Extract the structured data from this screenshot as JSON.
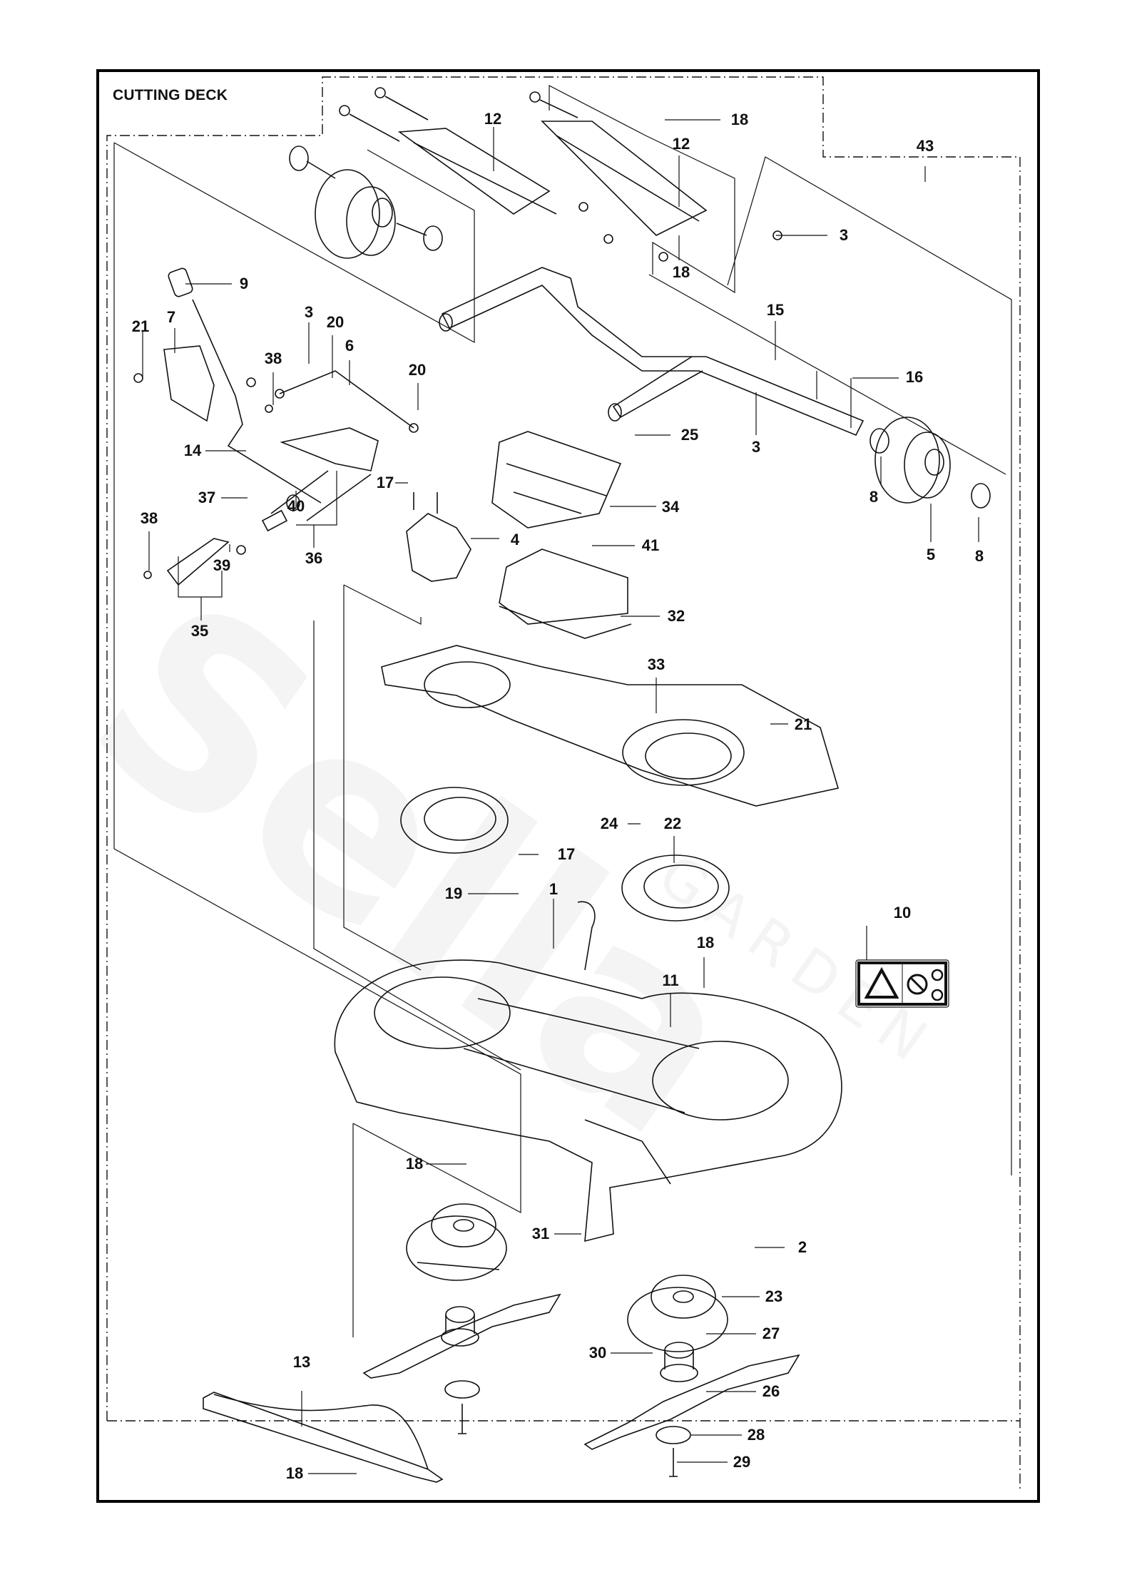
{
  "document": {
    "title": "CUTTING DECK",
    "watermark_brand": "Sella",
    "watermark_sub": "GARDEN"
  },
  "callouts": [
    {
      "id": "c1",
      "label": "1"
    },
    {
      "id": "c2",
      "label": "2"
    },
    {
      "id": "c3a",
      "label": "3"
    },
    {
      "id": "c3b",
      "label": "3"
    },
    {
      "id": "c3c",
      "label": "3"
    },
    {
      "id": "c4",
      "label": "4"
    },
    {
      "id": "c5",
      "label": "5"
    },
    {
      "id": "c6",
      "label": "6"
    },
    {
      "id": "c7",
      "label": "7"
    },
    {
      "id": "c8a",
      "label": "8"
    },
    {
      "id": "c8b",
      "label": "8"
    },
    {
      "id": "c9",
      "label": "9"
    },
    {
      "id": "c10",
      "label": "10"
    },
    {
      "id": "c11",
      "label": "11"
    },
    {
      "id": "c12a",
      "label": "12"
    },
    {
      "id": "c12b",
      "label": "12"
    },
    {
      "id": "c13",
      "label": "13"
    },
    {
      "id": "c14",
      "label": "14"
    },
    {
      "id": "c15",
      "label": "15"
    },
    {
      "id": "c16",
      "label": "16"
    },
    {
      "id": "c17a",
      "label": "17"
    },
    {
      "id": "c17b",
      "label": "17"
    },
    {
      "id": "c18a",
      "label": "18"
    },
    {
      "id": "c18b",
      "label": "18"
    },
    {
      "id": "c18c",
      "label": "18"
    },
    {
      "id": "c18d",
      "label": "18"
    },
    {
      "id": "c18e",
      "label": "18"
    },
    {
      "id": "c19",
      "label": "19"
    },
    {
      "id": "c20a",
      "label": "20"
    },
    {
      "id": "c20b",
      "label": "20"
    },
    {
      "id": "c21a",
      "label": "21"
    },
    {
      "id": "c21b",
      "label": "21"
    },
    {
      "id": "c22",
      "label": "22"
    },
    {
      "id": "c23",
      "label": "23"
    },
    {
      "id": "c24",
      "label": "24"
    },
    {
      "id": "c25",
      "label": "25"
    },
    {
      "id": "c26",
      "label": "26"
    },
    {
      "id": "c27",
      "label": "27"
    },
    {
      "id": "c28",
      "label": "28"
    },
    {
      "id": "c29",
      "label": "29"
    },
    {
      "id": "c30",
      "label": "30"
    },
    {
      "id": "c31",
      "label": "31"
    },
    {
      "id": "c32",
      "label": "32"
    },
    {
      "id": "c33",
      "label": "33"
    },
    {
      "id": "c34",
      "label": "34"
    },
    {
      "id": "c35",
      "label": "35"
    },
    {
      "id": "c36",
      "label": "36"
    },
    {
      "id": "c37",
      "label": "37"
    },
    {
      "id": "c38a",
      "label": "38"
    },
    {
      "id": "c38b",
      "label": "38"
    },
    {
      "id": "c39",
      "label": "39"
    },
    {
      "id": "c40",
      "label": "40"
    },
    {
      "id": "c41",
      "label": "41"
    },
    {
      "id": "c43",
      "label": "43"
    }
  ],
  "parts": {
    "rear_roller_left": "roller-wheel",
    "rear_roller_right": "roller-wheel",
    "axle_bracket_left": "axle-bracket",
    "axle_bracket_right": "axle-bracket",
    "front_axle": "front-axle",
    "height_lever": "height-adjust-lever",
    "lever_knob": "lever-knob",
    "lever_cover": "lever-cover",
    "link_arm": "link-arm",
    "quadrant_bracket": "quadrant-bracket",
    "spring": "spring",
    "motor_cover": "motor-cover",
    "control_box": "control-box",
    "belt_cover": "deck-top-cover",
    "motor_plate_left": "motor-mounting-plate",
    "motor_plate_right": "motor-mounting-plate",
    "deck_housing": "deck-housing",
    "safety_decal": "safety-decal",
    "motor_left": "blade-motor",
    "motor_right": "blade-motor",
    "blade_adapter_left": "blade-adapter",
    "blade_adapter_right": "blade-adapter",
    "blade_left": "blade",
    "blade_right": "blade",
    "blade_washer": "blade-washer",
    "blade_bolt": "blade-bolt",
    "skid_plate": "skid-plate",
    "deflector": "discharge-deflector"
  }
}
